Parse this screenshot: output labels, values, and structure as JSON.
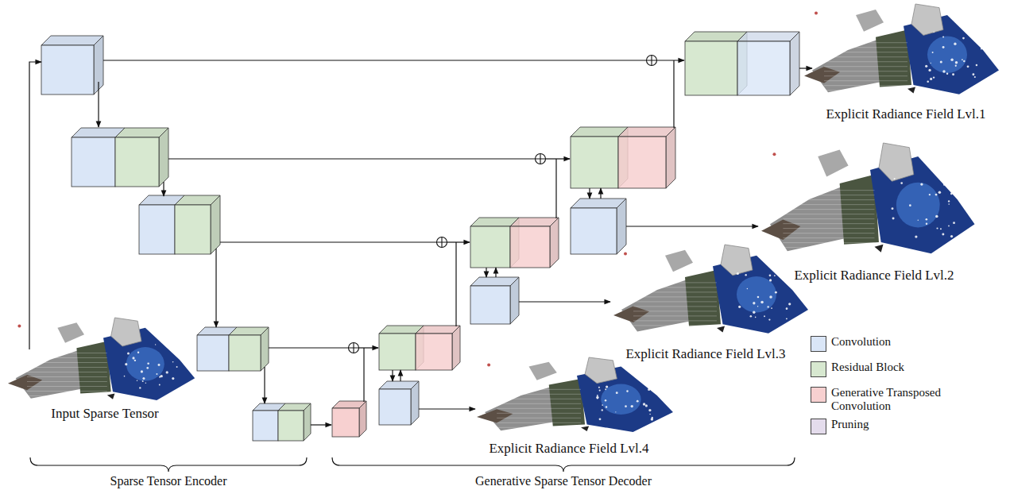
{
  "diagram": {
    "labels": [
      "Input Sparse Tensor",
      "Explicit Radiance Field Lvl.1",
      "Explicit Radiance Field Lvl.2",
      "Explicit Radiance Field Lvl.3",
      "Explicit Radiance Field Lvl.4",
      "Sparse Tensor Encoder",
      "Generative Sparse Tensor Decoder"
    ],
    "legend": [
      {
        "text": "Convolution",
        "color": "#dae6f7"
      },
      {
        "text": "Residual Block",
        "color": "#d7e8d0"
      },
      {
        "text": "Generative Transposed Convolution",
        "color": "#f7d0d0"
      },
      {
        "text": "Pruning",
        "color": "#e4dcec"
      }
    ]
  }
}
